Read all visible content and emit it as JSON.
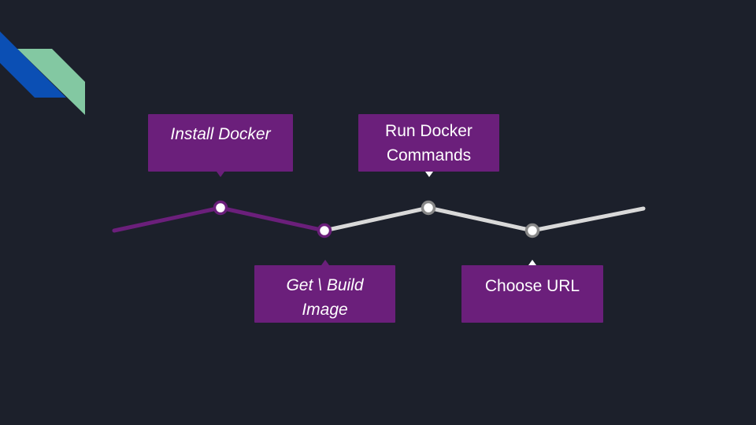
{
  "steps": [
    {
      "label": "Install Docker",
      "status": "done"
    },
    {
      "label": "Get \\ Build Image",
      "status": "done"
    },
    {
      "label": "Run Docker Commands",
      "status": "pending"
    },
    {
      "label": "Choose URL",
      "status": "pending"
    }
  ],
  "colors": {
    "background": "#1c202b",
    "accent": "#6b1f7b",
    "pending_line": "#d9d9d9",
    "deco_blue": "#0b4fb4",
    "deco_green": "#83c8a2"
  }
}
